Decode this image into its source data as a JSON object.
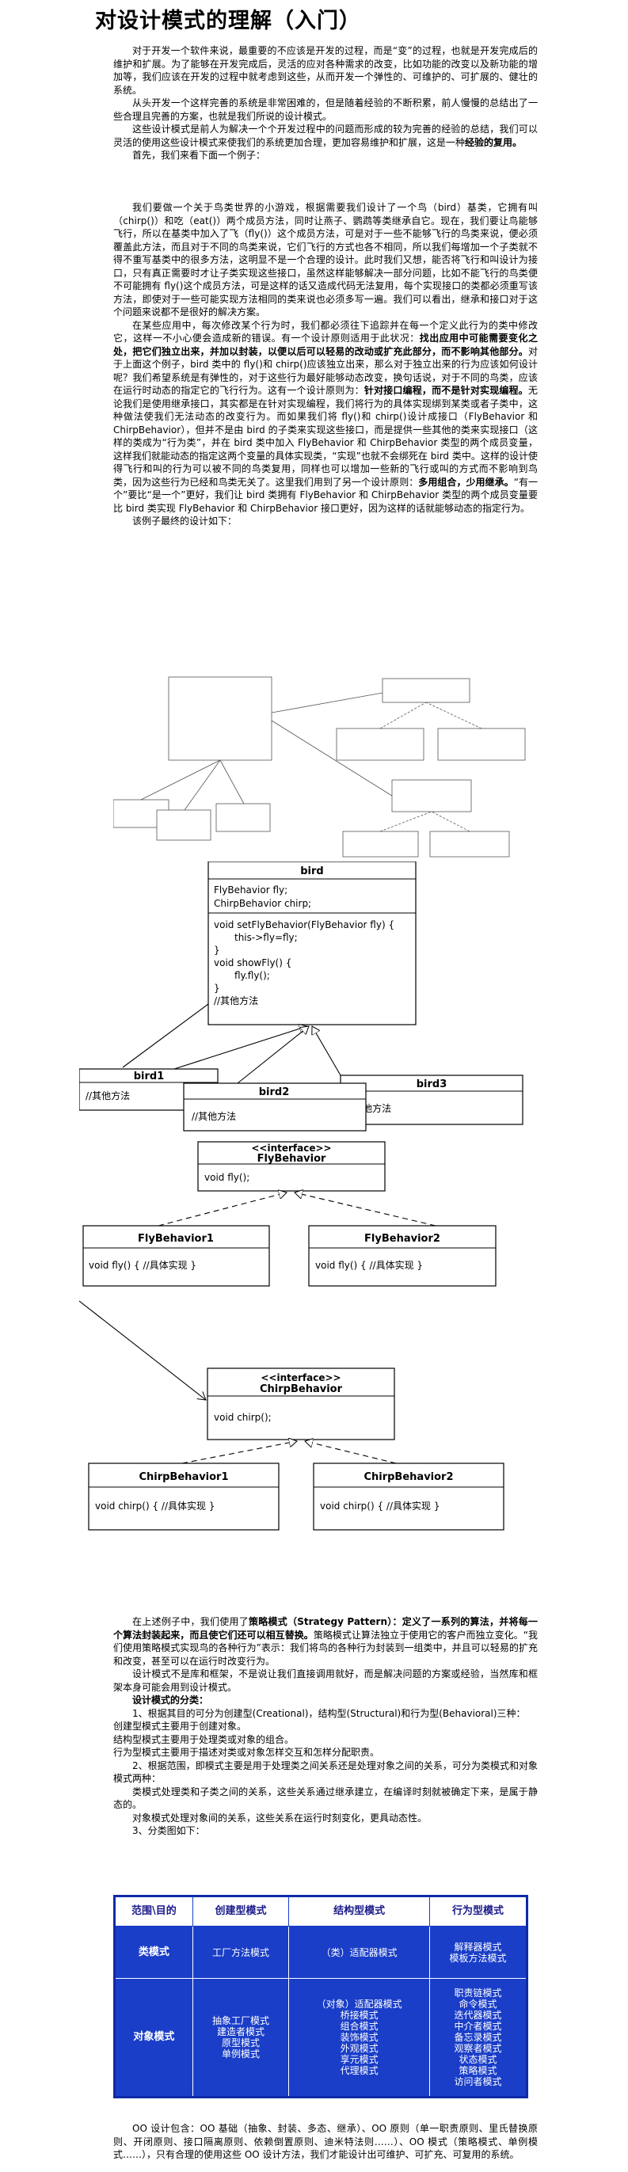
{
  "title": "对设计模式的理解（入门）",
  "intro": [
    "对于开发一个软件来说，最重要的不应该是开发的过程，而是“变”的过程，也就是开发完成后的维护和扩展。为了能够在开发完成后，灵活的应对各种需求的改变，比如功能的改变以及新功能的增加等，我们应该在开发的过程中就考虑到这些，从而开发一个弹性的、可维护的、可扩展的、健壮的系统。",
    "从头开发一个这样完善的系统是非常困难的，但是随着经验的不断积累，前人慢慢的总结出了一些合理且完善的方案，也就是我们所说的设计模式。",
    "这些设计模式是前人为解决一个个开发过程中的问题而形成的较为完善的经验的总结，我们可以灵活的使用这些设计模式来使我们的系统更加合理，更加容易维护和扩展，这是一种",
    "经验的复用。",
    "首先，我们来看下面一个例子："
  ],
  "example": [
    "我们要做一个关于鸟类世界的小游戏，根据需要我们设计了一个鸟（bird）基类，它拥有叫（chirp()）和吃（eat()）两个成员方法，同时让燕子、鹦鹉等类继承自它。现在，我们要让鸟能够飞行，所以在基类中加入了飞（fly()）这个成员方法，可是对于一些不能够飞行的鸟类来说，便必须覆盖此方法，而且对于不同的鸟类来说，它们飞行的方式也各不相同，所以我们每增加一个子类就不得不重写基类中的很多方法，这明显不是一个合理的设计。此时我们又想，能否将飞行和叫设计为接口，只有真正需要时才让子类实现这些接口，虽然这样能够解决一部分问题，比如不能飞行的鸟类便不可能拥有 fly()这个成员方法，可是这样的话又造成代码无法复用，每个实现接口的类都必须重写该方法，即使对于一些可能实现方法相同的类来说也必须多写一遍。我们可以看出，继承和接口对于这个问题来说都不是很好的解决方案。",
    "在某些应用中，每次修改某个行为时，我们都必须往下追踪并在每一个定义此行为的类中修改它，这样一不小心便会造成新的错误。有一个设计原则适用于此状况：",
    "找出应用中可能需要变化之处，把它们独立出来，并加以封装，以便以后可以轻易的改动或扩充此部分，而不影响其他部分。",
    "对于上面这个例子，bird 类中的 fly()和 chirp()应该独立出来，那么对于独立出来的行为应该如何设计呢？我们希望系统是有弹性的，对于这些行为最好能够动态改变，换句话说，对于不同的鸟类，应该在运行时动态的指定它的飞行行为。这有一个设计原则为：",
    "针对接口编程，而不是针对实现编程。",
    "无论我们是使用继承接口，其实都是在针对实现编程，我们将行为的具体实现绑到某类或者子类中，这种做法使我们无法动态的改变行为。而如果我们将 fly()和 chirp()设计成接口（FlyBehavior 和 ChirpBehavior），但并不是由 bird 的子类来实现这些接口，而是提供一些其他的类来实现接口（这样的类成为“行为类”，并在 bird 类中加入 FlyBehavior 和 ChirpBehavior 类型的两个成员变量，这样我们就能动态的指定这两个变量的具体实现类，“实现”也就不会绑死在 bird 类中。这样的设计使得飞行和叫的行为可以被不同的鸟类复用，同样也可以增加一些新的飞行或叫的方式而不影响到鸟类，因为这些行为已经和鸟类无关了。这里我们用到了另一个设计原则：",
    "多用组合，少用继承。",
    "“有一个”要比“是一个”更好，我们让 bird 类拥有 FlyBehavior 和 ChirpBehavior 类型的两个成员变量要比 bird 类实现 FlyBehavior 和 ChirpBehavior 接口更好，因为这样的话就能够动态的指定行为。",
    "该例子最终的设计如下："
  ],
  "uml": {
    "bird": {
      "name": "bird",
      "fields": [
        "FlyBehavior fly;",
        "ChirpBehavior chirp;"
      ],
      "methods": [
        "void setFlyBehavior(FlyBehavior fly) {",
        "this->fly=fly;",
        "}",
        "void showFly() {",
        "fly.fly();",
        "}",
        "//其他方法"
      ]
    },
    "subs": [
      {
        "name": "bird1",
        "body": "//其他方法"
      },
      {
        "name": "bird2",
        "body": "//其他方法"
      },
      {
        "name": "bird3",
        "body": "//其他方法"
      }
    ],
    "fly_iface": {
      "stereo": "<<interface>>",
      "name": "FlyBehavior",
      "method": "void fly();"
    },
    "fly_impl": [
      {
        "name": "FlyBehavior1",
        "method": "void fly() { //具体实现 }"
      },
      {
        "name": "FlyBehavior2",
        "method": "void fly() { //具体实现 }"
      }
    ],
    "chirp_iface": {
      "stereo": "<<interface>>",
      "name": "ChirpBehavior",
      "method": "void chirp();"
    },
    "chirp_impl": [
      {
        "name": "ChirpBehavior1",
        "method": "void chirp() { //具体实现 }"
      },
      {
        "name": "ChirpBehavior2",
        "method": "void chirp() { //具体实现 }"
      }
    ]
  },
  "after": [
    "在上述例子中，我们使用了",
    "策略模式（Strategy Pattern）：定义了一系列的算法，并将每一个算法封装起来，而且使它们还可以相互替换。",
    "策略模式让算法独立于使用它的客户而独立变化。“我们使用策略模式实现鸟的各种行为”表示：我们将鸟的各种行为封装到一组类中，并且可以轻易的扩充和改变，甚至可以在运行时改变行为。",
    "设计模式不是库和框架，不是说让我们直接调用就好，而是解决问题的方案或经验，当然库和框架本身可能会用到设计模式。"
  ],
  "classify": {
    "heading": "设计模式的分类：",
    "items": [
      "1、根据其目的可分为创建型(Creational)，结构型(Structural)和行为型(Behavioral)三种：",
      "创建型模式主要用于创建对象。",
      "结构型模式主要用于处理类或对象的组合。",
      "行为型模式主要用于描述对类或对象怎样交互和怎样分配职责。",
      "2、根据范围，即模式主要是用于处理类之间关系还是处理对象之间的关系，可分为类模式和对象模式两种：",
      "类模式处理类和子类之间的关系，这些关系通过继承建立，在编译时刻就被确定下来，是属于静态的。",
      "对象模式处理对象间的关系，这些关系在运行时刻变化，更具动态性。",
      "3、分类图如下："
    ]
  },
  "table": {
    "headers": [
      "范围\\目的",
      "创建型模式",
      "结构型模式",
      "行为型模式"
    ],
    "rows": [
      {
        "scope": "类模式",
        "creational": [
          "工厂方法模式"
        ],
        "structural": [
          "（类）适配器模式"
        ],
        "behavioral": [
          "解释器模式",
          "模板方法模式"
        ]
      },
      {
        "scope": "对象模式",
        "creational": [
          "抽象工厂模式",
          "建造者模式",
          "原型模式",
          "单例模式"
        ],
        "structural": [
          "（对象）适配器模式",
          "桥接模式",
          "组合模式",
          "装饰模式",
          "外观模式",
          "享元模式",
          "代理模式"
        ],
        "behavioral": [
          "职责链模式",
          "命令模式",
          "迭代器模式",
          "中介者模式",
          "备忘录模式",
          "观察者模式",
          "状态模式",
          "策略模式",
          "访问者模式"
        ]
      }
    ]
  },
  "footer": "OO 设计包含：OO 基础（抽象、封装、多态、继承）、OO 原则（单一职责原则、里氏替换原则、开闭原则、接口隔离原则、依赖倒置原则、迪米特法则……）、OO 模式（策略模式、单例模式……），只有合理的使用这些 OO 设计方法，我们才能设计出可维护、可扩充、可复用的系统。"
}
